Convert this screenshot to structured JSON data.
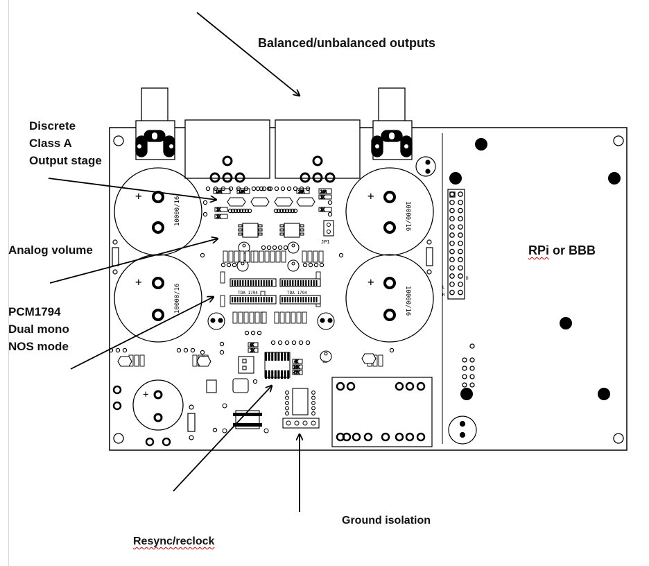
{
  "labels": {
    "balanced_outputs": "Balanced/unbalanced outputs",
    "discrete_class_a": [
      "Discrete",
      "Class A",
      "Output stage"
    ],
    "analog_volume": "Analog volume",
    "pcm1794": [
      "PCM1794",
      "Dual mono",
      "NOS mode"
    ],
    "rpi_bbb_prefix": "RPi",
    "rpi_bbb_suffix": " or BBB",
    "ground_isolation": "Ground isolation",
    "resync_reclock": "Resync/reclock"
  },
  "silkscreen": {
    "cap_value": "10000/16",
    "plus": "+",
    "dac_chip": "TDA 1794",
    "jumper": "JP1",
    "header_l": "L",
    "header_r": "R",
    "header_d": "D",
    "r10r": "10R",
    "r1k": "1K",
    "r4k": "4K",
    "r10k": "10K",
    "r47k": "47K",
    "c10u": "10u"
  },
  "colors": {
    "ink": "#000000",
    "spellcheck": "#d00000"
  }
}
